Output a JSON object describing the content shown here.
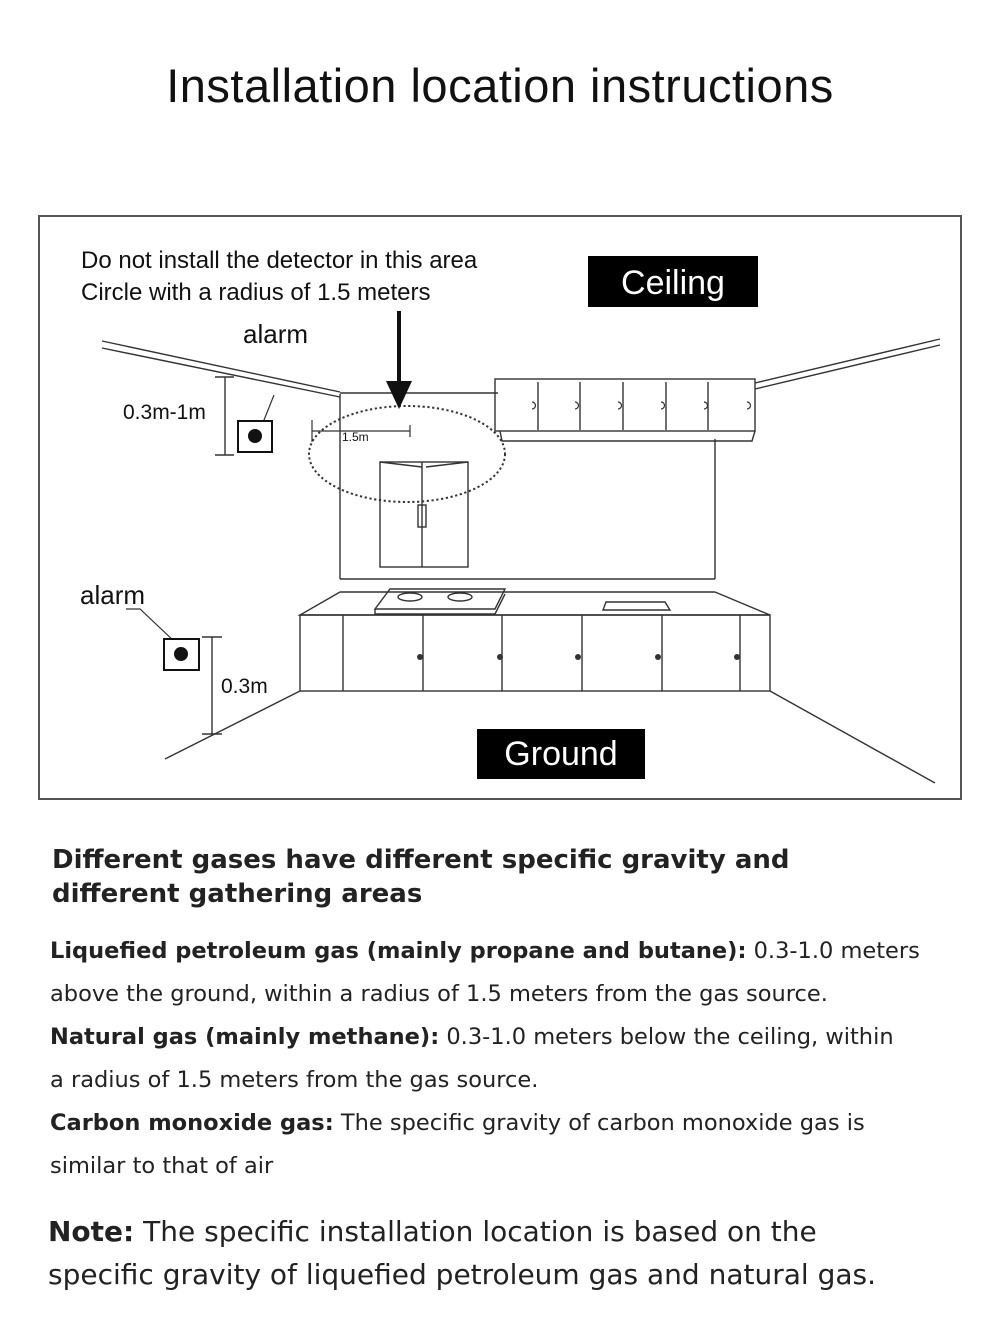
{
  "title": "Installation location instructions",
  "diagram": {
    "warning_line1": "Do not install the detector in this area",
    "warning_line2": "Circle with a radius of 1.5 meters",
    "ceiling_label": "Ceiling",
    "ground_label": "Ground",
    "alarm_top_label": "alarm",
    "alarm_bottom_label": "alarm",
    "top_distance": "0.3m-1m",
    "bottom_distance": "0.3m",
    "radius_label": "1.5m"
  },
  "section": {
    "heading_line1": "Different gases have different specific gravity and",
    "heading_line2": "different gathering areas",
    "lpg": {
      "label": "Liquefied petroleum gas (mainly propane and butane):",
      "text_a": " 0.3-1.0 meters",
      "text_b": "above the ground, within a radius of 1.5 meters from the gas source."
    },
    "natural": {
      "label": "Natural gas (mainly methane):",
      "text_a": " 0.3-1.0 meters below the ceiling, within",
      "text_b": "a radius of 1.5 meters from the gas source."
    },
    "co": {
      "label": "Carbon monoxide gas:",
      "text_a": " The specific gravity of carbon monoxide gas is",
      "text_b": "similar to that of air"
    }
  },
  "note": {
    "label": "Note:",
    "text_a": " The specific installation location is based on the",
    "text_b": "specific gravity of liquefied petroleum gas and natural gas."
  }
}
